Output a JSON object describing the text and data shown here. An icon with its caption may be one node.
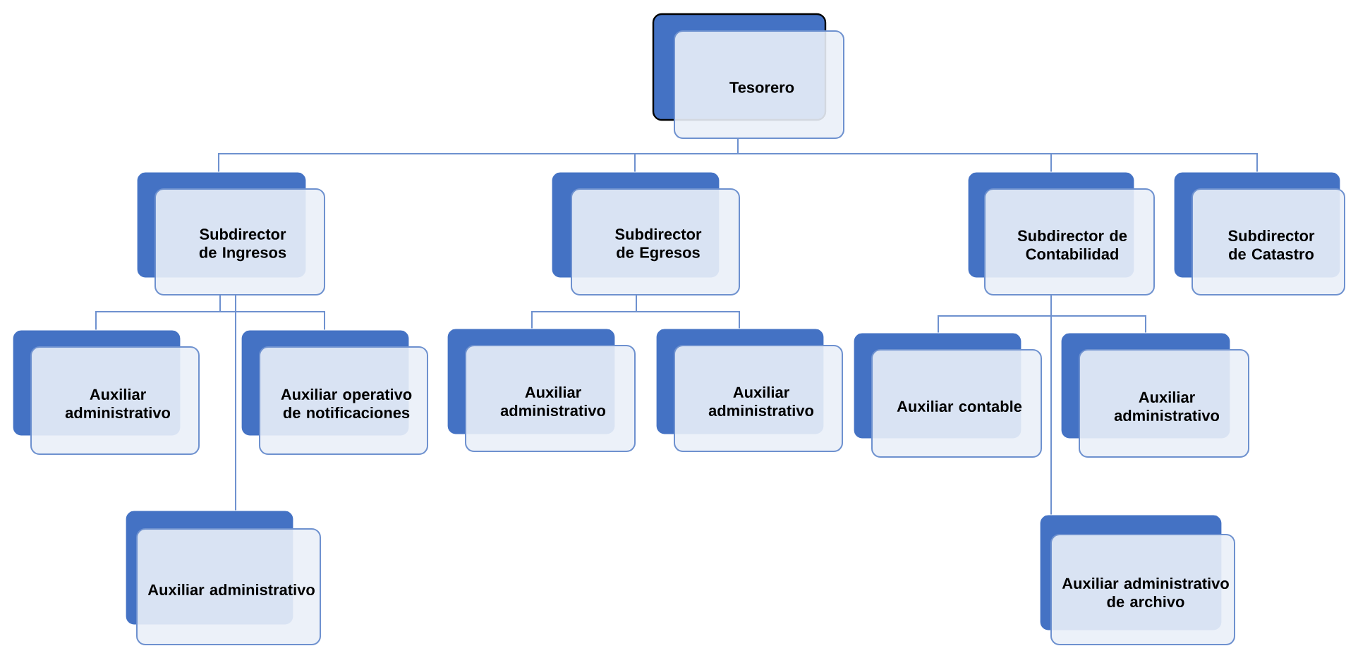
{
  "diagram": {
    "nodes": [
      {
        "text": [
          "Tesorero"
        ]
      },
      {
        "text": [
          "Subdirector de Ingresos"
        ]
      },
      {
        "text": [
          "Subdirector de Egresos"
        ]
      },
      {
        "text": [
          "Subdirector de Contabilidad"
        ]
      },
      {
        "text": [
          "Subdirector de Catastro"
        ]
      },
      {
        "text": [
          "Auxiliar administrativo"
        ]
      },
      {
        "text": [
          "Auxiliar operativo de notificaciones"
        ]
      },
      {
        "text": [
          "Auxiliar administrativo"
        ]
      },
      {
        "text": [
          "Auxiliar administrativo"
        ]
      },
      {
        "text": [
          "Auxiliar contable"
        ]
      },
      {
        "text": [
          "Auxiliar administrativo"
        ]
      },
      {
        "text": [
          "Auxiliar administrativo"
        ]
      },
      {
        "text": [
          "Auxiliar administrativo de archivo"
        ]
      }
    ],
    "edges": [
      {
        "from": 0,
        "to": 1,
        "arrow": "none"
      },
      {
        "from": 0,
        "to": 2,
        "arrow": "none"
      },
      {
        "from": 0,
        "to": 3,
        "arrow": "none"
      },
      {
        "from": 0,
        "to": 4,
        "arrow": "none"
      },
      {
        "from": 1,
        "to": 5,
        "arrow": "none"
      },
      {
        "from": 1,
        "to": 6,
        "arrow": "none"
      },
      {
        "from": 1,
        "to": 11,
        "arrow": "none"
      },
      {
        "from": 2,
        "to": 7,
        "arrow": "none"
      },
      {
        "from": 2,
        "to": 8,
        "arrow": "none"
      },
      {
        "from": 3,
        "to": 9,
        "arrow": "none"
      },
      {
        "from": 3,
        "to": 10,
        "arrow": "none"
      },
      {
        "from": 3,
        "to": 12,
        "arrow": "none"
      }
    ]
  }
}
